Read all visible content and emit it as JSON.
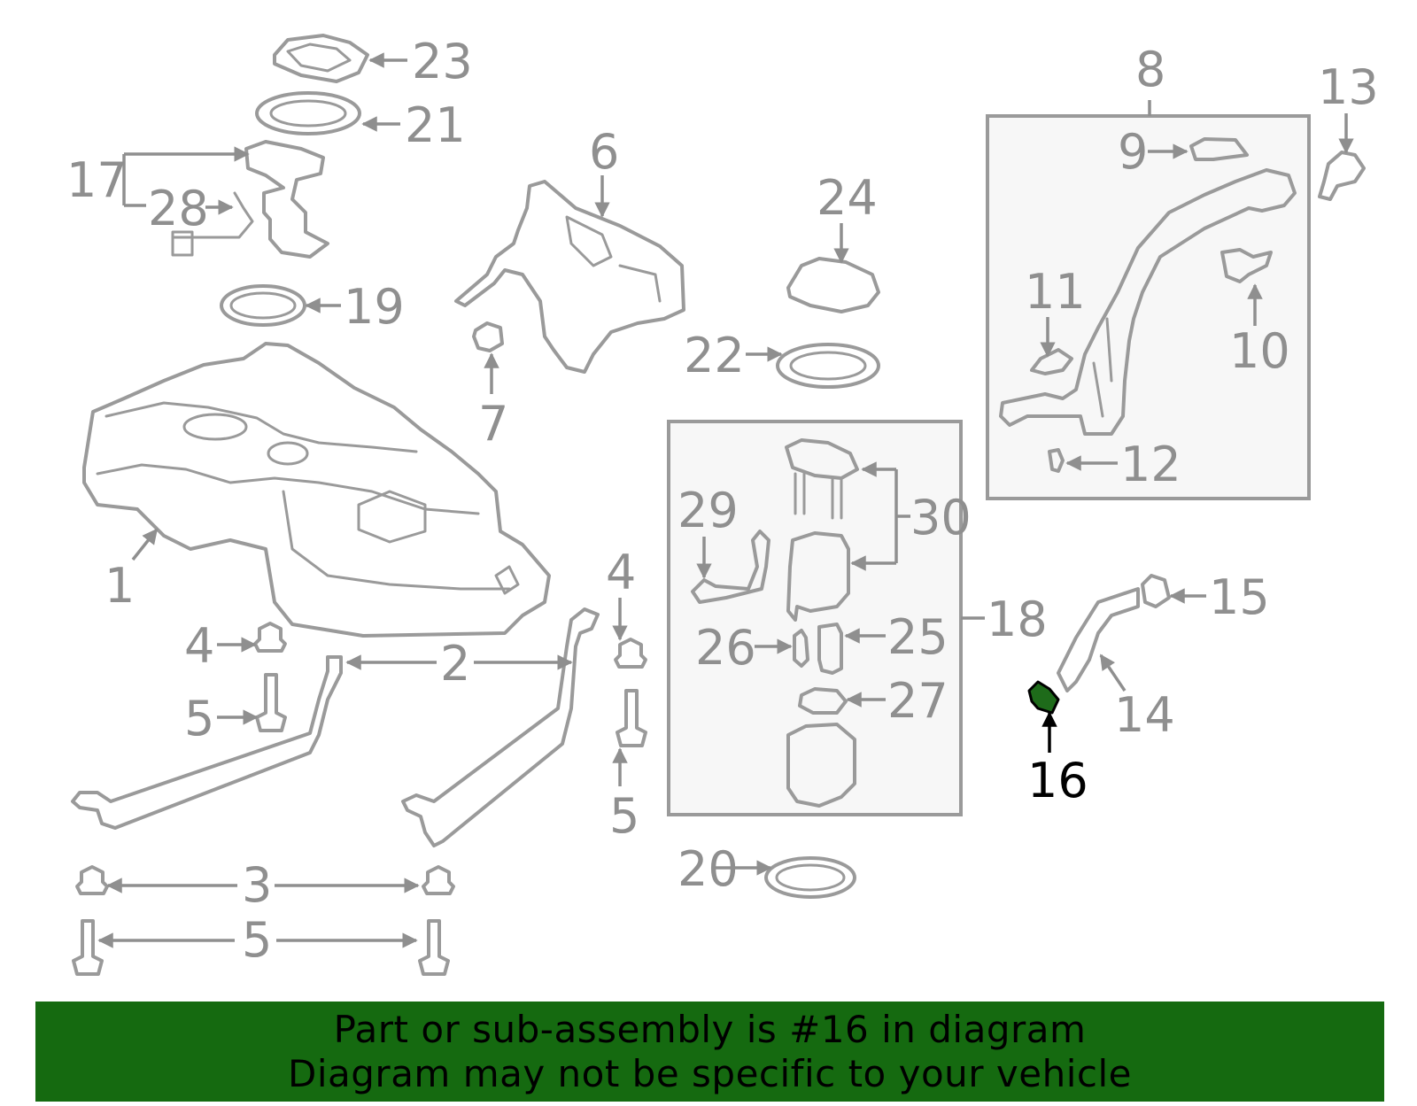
{
  "diagram": {
    "labels": {
      "l1": "1",
      "l2": "2",
      "l3": "3",
      "l4a": "4",
      "l4b": "4",
      "l5a": "5",
      "l5b": "5",
      "l5c": "5",
      "l6": "6",
      "l7": "7",
      "l8": "8",
      "l9": "9",
      "l10": "10",
      "l11": "11",
      "l12": "12",
      "l13": "13",
      "l14": "14",
      "l15": "15",
      "l16": "16",
      "l17": "17",
      "l18": "18",
      "l19": "19",
      "l20": "20",
      "l21": "21",
      "l22": "22",
      "l23": "23",
      "l24": "24",
      "l25": "25",
      "l26": "26",
      "l27": "27",
      "l28": "28",
      "l29": "29",
      "l30": "30"
    },
    "colors": {
      "line": "#9a9a9a",
      "label": "#8f8f8f",
      "highlight_fill": "#1e6b1a",
      "highlight_label": "#000000",
      "footer_bg": "#156a10"
    }
  },
  "footer": {
    "line1": "Part or sub-assembly is #16 in diagram",
    "line2": "Diagram may not be specific to your vehicle"
  }
}
